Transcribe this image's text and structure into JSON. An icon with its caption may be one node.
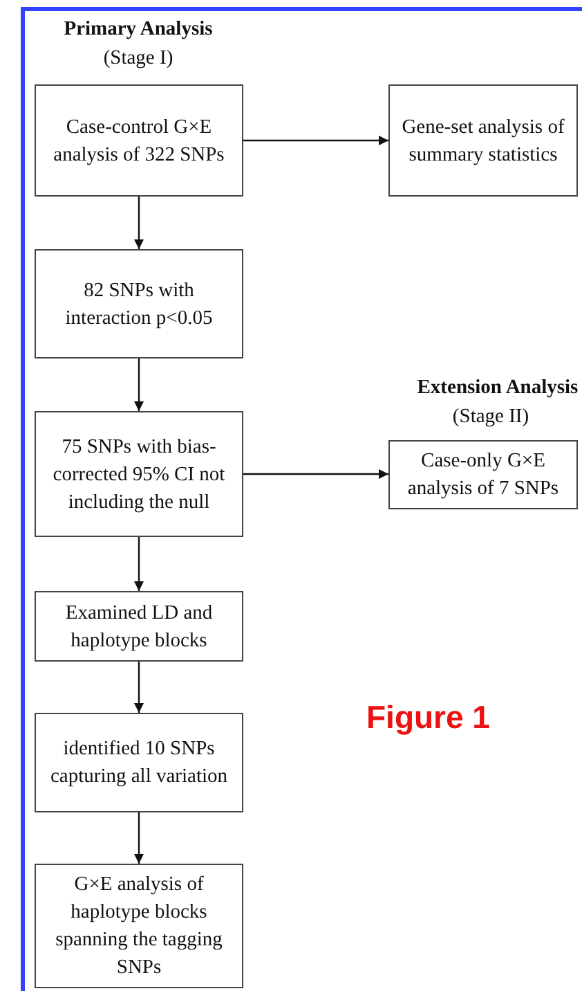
{
  "diagram": {
    "nodes": [
      {
        "text": [
          "Case-control G×E analysis of 322 SNPs"
        ]
      },
      {
        "text": [
          "Gene-set analysis of summary statistics"
        ]
      },
      {
        "text": [
          "82 SNPs with interaction p<0.05"
        ]
      },
      {
        "text": [
          "75 SNPs with bias-corrected 95% CI not including the null"
        ]
      },
      {
        "text": [
          "Examined LD and haplotype blocks"
        ]
      },
      {
        "text": [
          "identified 10 SNPs capturing all variation"
        ]
      },
      {
        "text": [
          "G×E analysis of haplotype blocks spanning the tagging SNPs"
        ]
      },
      {
        "text": [
          "Case-only G×E analysis of 7 SNPs"
        ]
      }
    ],
    "edges": [
      {
        "from": 0,
        "to": 1,
        "arrow": "to"
      },
      {
        "from": 0,
        "to": 2,
        "arrow": "to"
      },
      {
        "from": 2,
        "to": 3,
        "arrow": "to"
      },
      {
        "from": 3,
        "to": 7,
        "arrow": "to"
      },
      {
        "from": 3,
        "to": 4,
        "arrow": "to"
      },
      {
        "from": 4,
        "to": 5,
        "arrow": "to"
      },
      {
        "from": 5,
        "to": 6,
        "arrow": "to"
      }
    ],
    "labels": [
      "Primary Analysis",
      "(Stage I)",
      "Extension Analysis",
      "(Stage II)",
      "Figure 1"
    ]
  }
}
